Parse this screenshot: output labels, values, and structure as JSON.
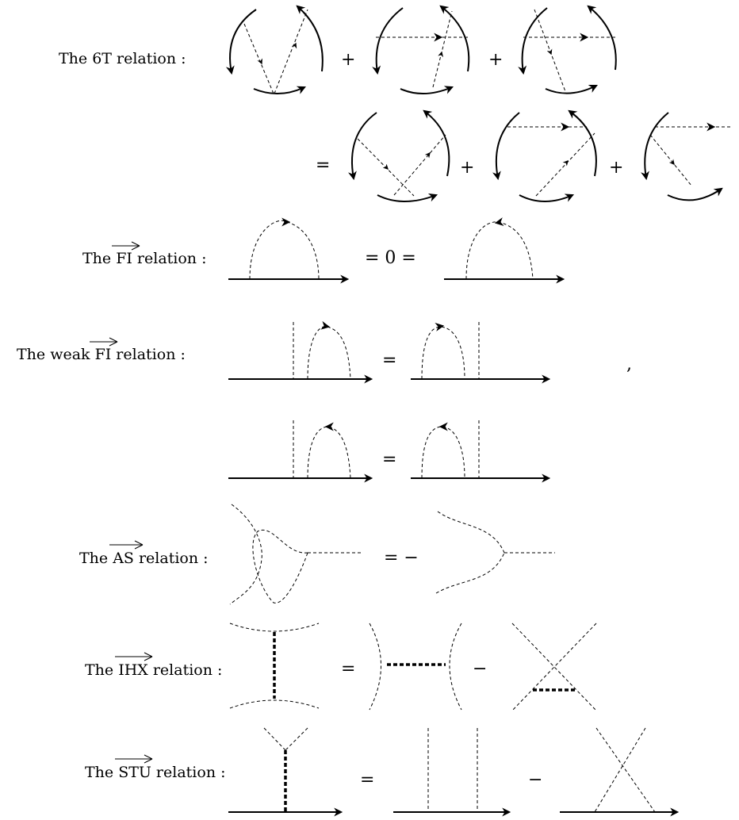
{
  "labels": {
    "six_t": "The 6T relation :",
    "fi": "The FI relation :",
    "weak_fi": "The weak FI relation :",
    "as": "The AS relation :",
    "ihx": "The IHX relation :",
    "stu": "The STU relation :"
  },
  "symbols": {
    "plus": "+",
    "equals": "=",
    "minus": "−",
    "eq_zero_eq": "= 0 =",
    "eq_minus": "= −",
    "comma": ","
  },
  "colors": {
    "ink": "#000000",
    "background": "#ffffff"
  }
}
